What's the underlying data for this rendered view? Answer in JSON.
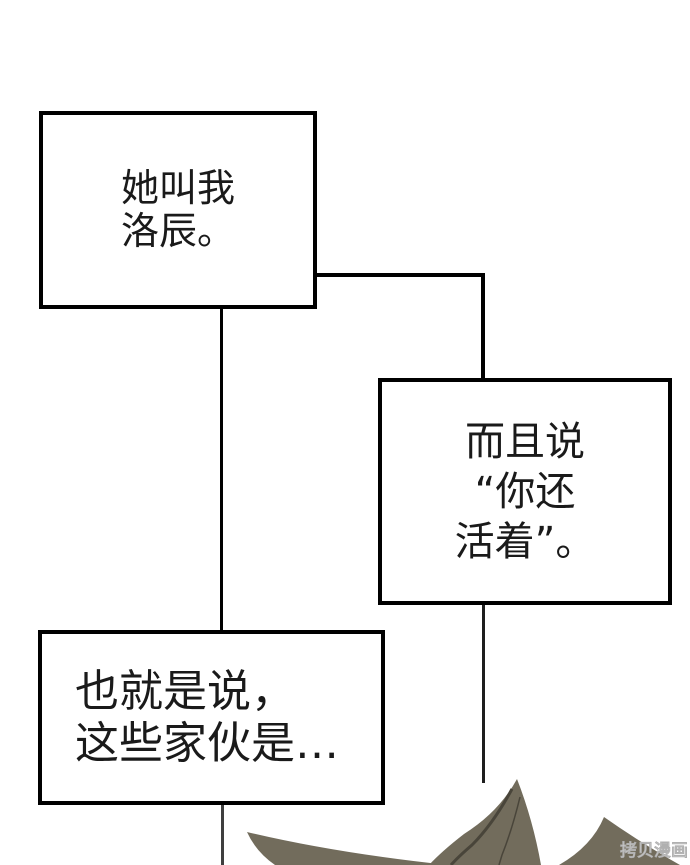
{
  "page": {
    "type": "comic-page",
    "background": "#ffffff"
  },
  "bubbles": {
    "b1": {
      "lines": [
        "她叫我",
        "洛辰。"
      ]
    },
    "b2": {
      "lines": [
        "而且说",
        "“你还",
        "活着”。"
      ]
    },
    "b3": {
      "lines": [
        "也就是说，",
        "这些家伙是…"
      ]
    }
  },
  "watermark": {
    "text": "拷贝漫画"
  },
  "colors": {
    "ink": "#1a1a1a",
    "panel_border": "#000000",
    "hair_fill": "#726c5c",
    "hair_shadow": "#49453a",
    "watermark_gray": "#b0b0b0"
  }
}
